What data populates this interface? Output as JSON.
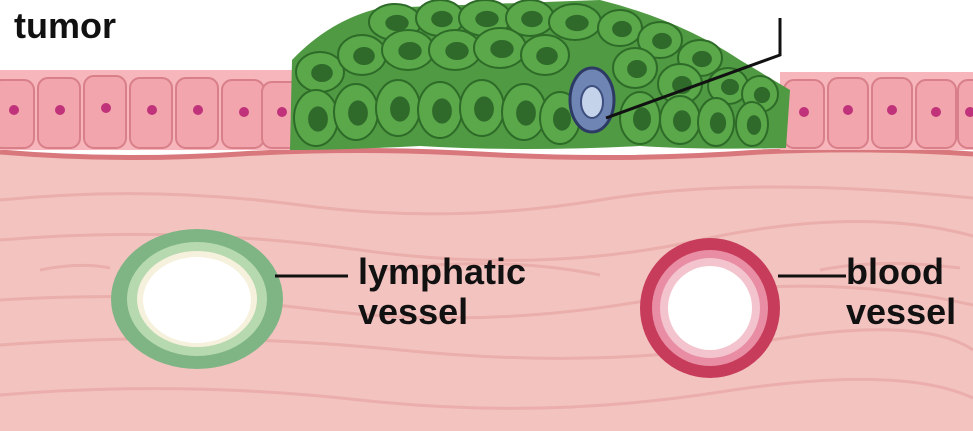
{
  "labels": {
    "tumor": "tumor",
    "lymphatic": [
      "lymphatic",
      "vessel"
    ],
    "blood": [
      "blood",
      "vessel"
    ]
  },
  "colors": {
    "background": "#ffffff",
    "connective_tissue": "#f3c3c0",
    "tissue_fiber": "#e8a9a6",
    "basement_membrane": "#d9787c",
    "normal_epithelium": "#f2a5ac",
    "normal_nucleus": "#c0327a",
    "tumor_cell": "#5aa84a",
    "tumor_nucleus": "#2f6a2a",
    "invasive_cell": "#6f86b5",
    "lymphatic_wall": "#7fb585",
    "blood_vessel_wall": "#c73c5a",
    "lumen": "#ffffff",
    "label_text": "#111111"
  }
}
